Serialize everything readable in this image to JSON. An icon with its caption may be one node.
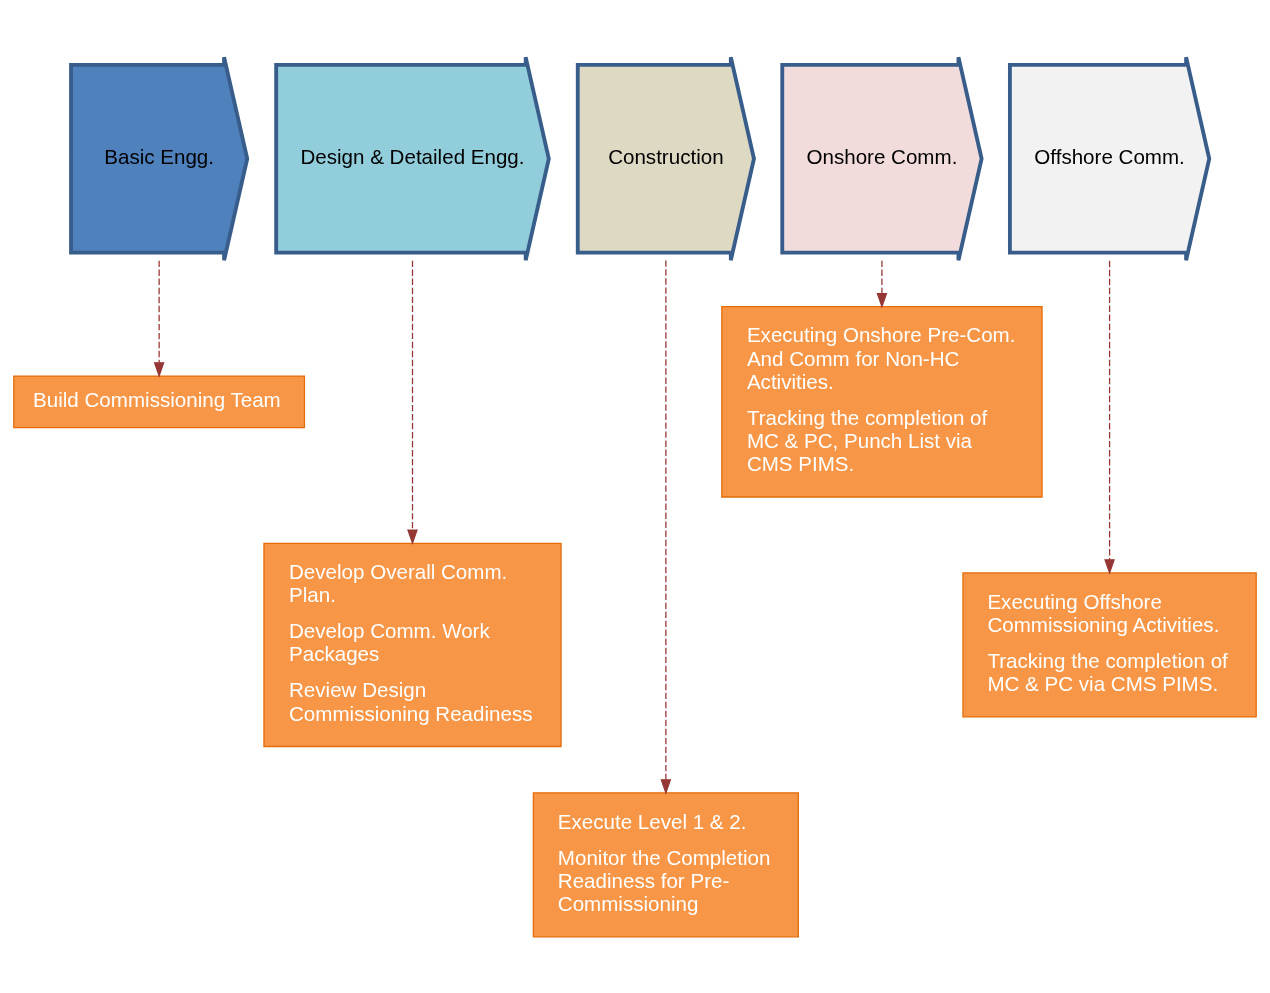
{
  "diagram": {
    "nodes": [
      {
        "text": [
          "Basic Engg."
        ]
      },
      {
        "text": [
          "Design & Detailed Engg."
        ]
      },
      {
        "text": [
          "Construction"
        ]
      },
      {
        "text": [
          "Onshore Comm."
        ]
      },
      {
        "text": [
          "Offshore Comm."
        ]
      },
      {
        "text": [
          "Build Commissioning Team"
        ]
      },
      {
        "text": [
          "Develop Overall Comm. Plan.",
          "Develop Comm. Work Packages",
          "Review Design Commissioning Readiness"
        ]
      },
      {
        "text": [
          "Execute Level 1 & 2.",
          "Monitor the Completion Readiness for Pre-Commissioning"
        ]
      },
      {
        "text": [
          "Executing Onshore Pre-Com. And Comm for Non-HC Activities.",
          "Tracking the completion of MC & PC, Punch List via CMS PIMS."
        ]
      },
      {
        "text": [
          "Executing Offshore Commissioning Activities.",
          "Tracking the completion of MC & PC via CMS PIMS."
        ]
      }
    ],
    "edges": [
      {
        "from": 0,
        "to": 5,
        "arrow": "to",
        "style": "dashed"
      },
      {
        "from": 1,
        "to": 6,
        "arrow": "to",
        "style": "dashed"
      },
      {
        "from": 2,
        "to": 7,
        "arrow": "to",
        "style": "dashed"
      },
      {
        "from": 3,
        "to": 8,
        "arrow": "to",
        "style": "dashed"
      },
      {
        "from": 4,
        "to": 9,
        "arrow": "to",
        "style": "dashed"
      }
    ]
  }
}
